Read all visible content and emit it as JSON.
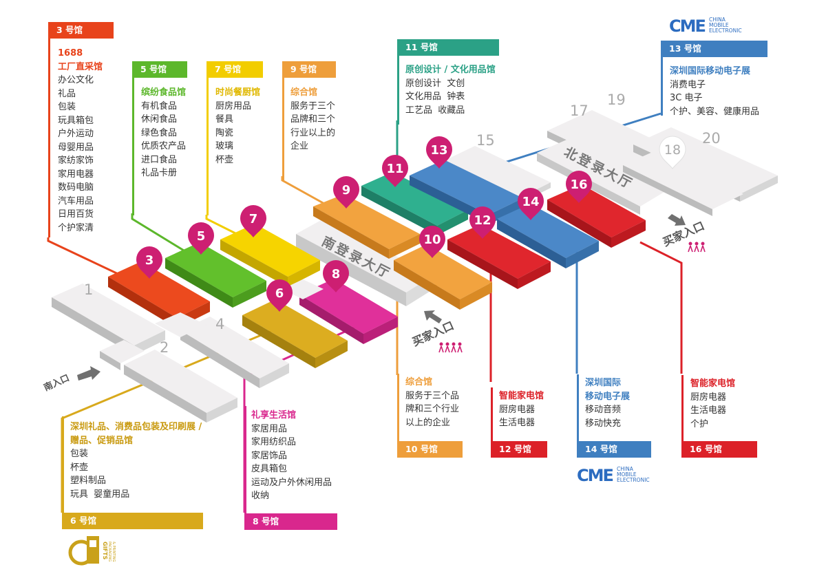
{
  "colors": {
    "h3": "#e8431b",
    "h5": "#5cb72b",
    "h7": "#f2cd00",
    "h9": "#ee9e3b",
    "h11": "#2ba186",
    "h13": "#3f7fc0",
    "h6": "#d8a91c",
    "h8": "#d9278d",
    "h10": "#ee9e3b",
    "h12": "#dc2128",
    "h14": "#3f7fc0",
    "h16": "#dc2128",
    "pin": "#cd1f72",
    "cme": "#2c6cc0",
    "gpp": "#c9a11a",
    "hall": "#f1eff0"
  },
  "map": {
    "south_hall": "南登录大厅",
    "north_hall": "北登录大厅",
    "south_entry": "南入口",
    "buyer_entry_1": "买家入口",
    "buyer_entry_2": "买家入口",
    "plain_hall_1": "1",
    "plain_hall_2": "2",
    "plain_hall_4": "4",
    "plain_hall_15": "15",
    "plain_hall_17": "17",
    "plain_hall_18": "18",
    "plain_hall_19": "19",
    "plain_hall_20": "20",
    "pins": [
      "3",
      "5",
      "7",
      "6",
      "8",
      "9",
      "11",
      "13",
      "10",
      "12",
      "14",
      "16"
    ]
  },
  "logos": {
    "cme_mark": "CME",
    "cme_line1": "CHINA",
    "cme_line2": "MOBILE",
    "cme_line3": "ELECTRONIC",
    "gpp_line1": "GIFTS",
    "gpp_line2": "PACKAGING",
    "gpp_line3": "& PRINTING"
  },
  "cards": {
    "h3": {
      "label": "3 号馆",
      "title": "1688",
      "title2": "工厂直采馆",
      "items": [
        "办公文化",
        "礼品",
        "包装",
        "玩具箱包",
        "户外运动",
        "母婴用品",
        "家纺家饰",
        "家用电器",
        "数码电脑",
        "汽车用品",
        "日用百货",
        "个护家清"
      ]
    },
    "h5": {
      "label": "5 号馆",
      "title": "缤纷食品馆",
      "items": [
        "有机食品",
        "休闲食品",
        "绿色食品",
        "优质农产品",
        "进口食品",
        "礼品卡册"
      ]
    },
    "h7": {
      "label": "7 号馆",
      "title": "时尚餐厨馆",
      "items": [
        "厨房用品",
        "餐具",
        "陶瓷",
        "玻璃",
        "杯壶"
      ]
    },
    "h9": {
      "label": "9 号馆",
      "title": "综合馆",
      "items": [
        "服务于三个",
        "品牌和三个",
        "行业以上的",
        "企业"
      ]
    },
    "h11": {
      "label": "11 号馆",
      "title": "原创设计 / 文化用品馆",
      "items": [
        "原创设计  文创",
        "文化用品  钟表",
        "工艺品  收藏品"
      ]
    },
    "h13": {
      "label": "13 号馆",
      "title": "深圳国际移动电子展",
      "items": [
        "消费电子",
        "3C 电子",
        "个护、美容、健康用品"
      ]
    },
    "h6": {
      "label": "6 号馆",
      "title": "深圳礼品、消费品包装及印刷展 /",
      "title2": "赠品、促销品馆",
      "items": [
        "包装",
        "杯壶",
        "塑料制品",
        "玩具  婴童用品"
      ]
    },
    "h8": {
      "label": "8 号馆",
      "title": "礼享生活馆",
      "items": [
        "家居用品",
        "家用纺织品",
        "家居饰品",
        "皮具箱包",
        "运动及户外休闲用品",
        "收纳"
      ]
    },
    "h10": {
      "label": "10 号馆",
      "title": "综合馆",
      "items": [
        "服务于三个品",
        "牌和三个行业",
        "以上的企业"
      ]
    },
    "h12": {
      "label": "12 号馆",
      "title": "智能家电馆",
      "items": [
        "厨房电器",
        "生活电器"
      ]
    },
    "h14": {
      "label": "14 号馆",
      "title": "深圳国际",
      "title2": "移动电子展",
      "items": [
        "移动音频",
        "移动快充"
      ]
    },
    "h16": {
      "label": "16 号馆",
      "title": "智能家电馆",
      "items": [
        "厨房电器",
        "生活电器",
        "个护"
      ]
    }
  }
}
